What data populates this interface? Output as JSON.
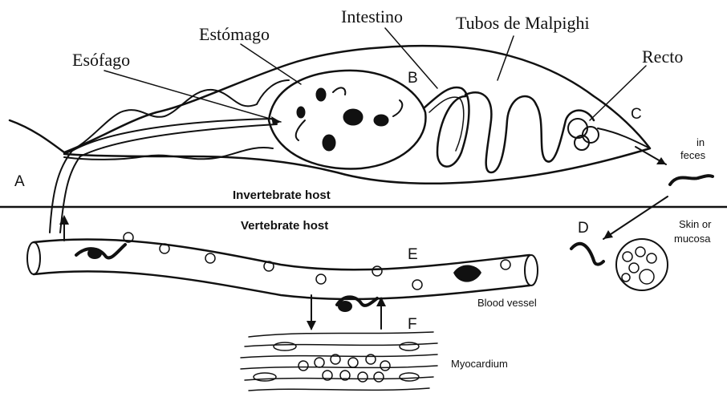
{
  "labels": {
    "esofago": "Esófago",
    "estomago": "Estómago",
    "intestino": "Intestino",
    "tubos": "Tubos de Malpighi",
    "recto": "Recto",
    "letter_a": "A",
    "letter_b": "B",
    "letter_c": "C",
    "letter_d": "D",
    "letter_e": "E",
    "letter_f": "F",
    "in_feces_1": "in",
    "in_feces_2": "feces",
    "skin_1": "Skin or",
    "skin_2": "mucosa",
    "invertebrate": "Invertebrate host",
    "vertebrate": "Vertebrate host",
    "blood_vessel": "Blood vessel",
    "myocardium": "Myocardium"
  }
}
